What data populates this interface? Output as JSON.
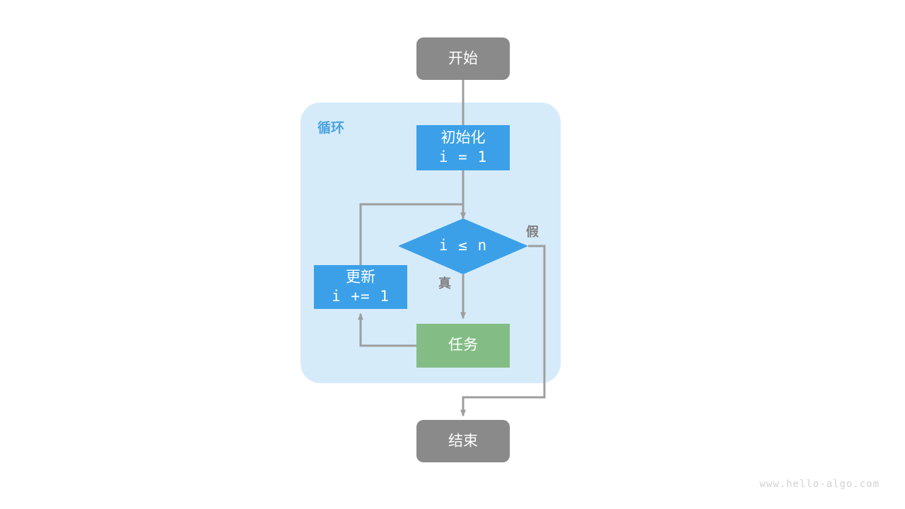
{
  "diagram": {
    "title": "for-loop-flowchart",
    "background_color": "#ffffff",
    "colors": {
      "start_end_fill": "#8a8a8a",
      "process_fill": "#3ba0e8",
      "decision_fill": "#3ba0e8",
      "task_fill": "#83bd85",
      "group_fill": "#d6ebfa",
      "edge_stroke": "#9e9e9e",
      "group_label_color": "#4aa3e0",
      "edge_label_color": "#7f7f7f",
      "node_text_color": "#ffffff",
      "watermark_color": "#d2d2d2"
    },
    "group": {
      "label": "循环"
    },
    "nodes": {
      "start": {
        "label": "开始"
      },
      "init": {
        "line1": "初始化",
        "line2": "i = 1"
      },
      "decision": {
        "label": "i ≤ n"
      },
      "update": {
        "line1": "更新",
        "line2": "i += 1"
      },
      "task": {
        "label": "任务"
      },
      "end": {
        "label": "结束"
      }
    },
    "edge_labels": {
      "true": "真",
      "false": "假"
    },
    "watermark": "www.hello-algo.com"
  }
}
